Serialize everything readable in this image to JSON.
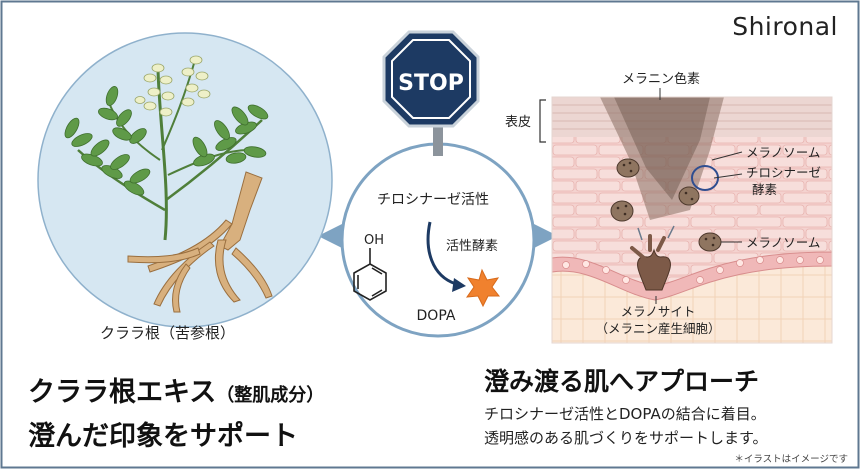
{
  "brand": "Shironal",
  "stop_sign": {
    "text": "STOP",
    "fill": "#1d3a63"
  },
  "plant": {
    "caption": "クララ根（苦参根）"
  },
  "center": {
    "top_label": "チロシナーゼ活性",
    "oh_label": "OH",
    "enzyme_label": "活性酵素",
    "product_label": "DOPA"
  },
  "skin": {
    "melanin_pigment": "メラニン色素",
    "epidermis": "表皮",
    "melanosome_top": "メラノソーム",
    "tyrosinase_line1": "チロシナーゼ",
    "tyrosinase_line2": "酵素",
    "melanosome_side": "メラノソーム",
    "melanocyte_line1": "メラノサイト",
    "melanocyte_line2": "（メラニン産生細胞）"
  },
  "left_headline": {
    "line1_main": "クララ根エキス",
    "line1_small": "（整肌成分）",
    "line2": "澄んだ印象をサポート"
  },
  "right_headline": {
    "title": "澄み渡る肌へアプローチ",
    "desc1": "チロシナーゼ活性とDOPAの結合に着目。",
    "desc2": "透明感のある肌づくりをサポートします。"
  },
  "note": "＊イラストはイメージです",
  "colors": {
    "circle_fill": "#d6e7f2",
    "circle_stroke": "#7ea3c2",
    "leaf": "#5f9a48",
    "root": "#d8b07e",
    "flower": "#eef0c8",
    "skin_pink": "#f2c9c6"
  }
}
